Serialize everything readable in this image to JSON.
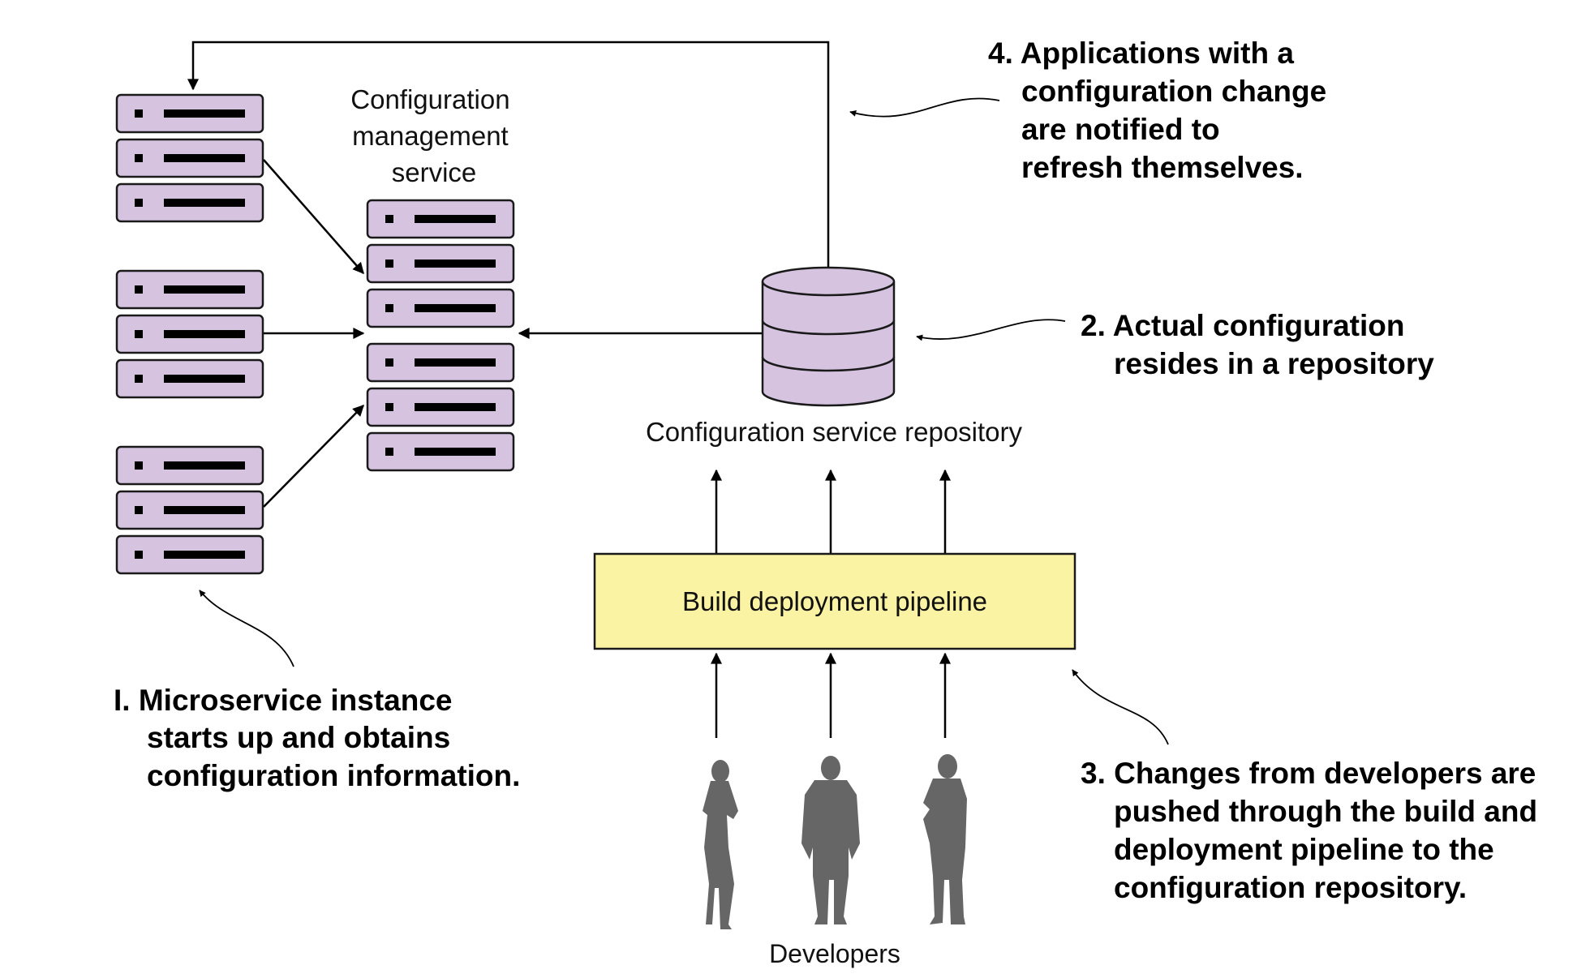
{
  "labels": {
    "config_service": [
      "Configuration",
      "management",
      "service"
    ],
    "repository": "Configuration service repository",
    "pipeline": "Build deployment pipeline",
    "developers": "Developers"
  },
  "notes": {
    "note1": [
      "I. Microservice instance",
      "starts up and obtains",
      "configuration information."
    ],
    "note2": [
      "2. Actual configuration",
      "resides in a repository"
    ],
    "note3": [
      "3. Changes from developers are",
      "pushed through the build and",
      "deployment pipeline to the",
      "configuration repository."
    ],
    "note4": [
      "4. Applications with a",
      "configuration change",
      "are notified to",
      "refresh themselves."
    ]
  },
  "colors": {
    "server": "#d5c3e0",
    "pipeline": "#fbf3a4",
    "person": "#666666"
  }
}
